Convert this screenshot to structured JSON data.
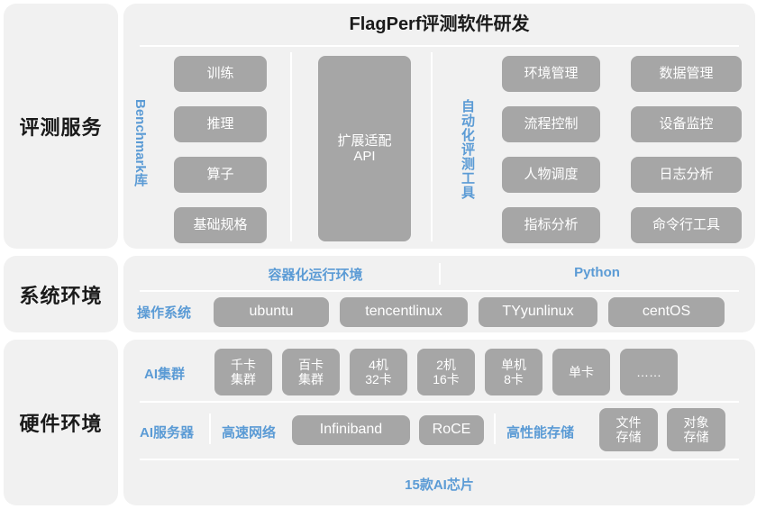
{
  "theme": {
    "panel_bg": "#f1f1f1",
    "chip_bg": "#a6a6a6",
    "accent_blue": "#5b9bd5",
    "divider": "#ffffff",
    "text_dark": "#1a1a1a"
  },
  "sections": {
    "evaluation": {
      "side_label": "评测服务",
      "title": "FlagPerf评测软件研发",
      "benchmark_label": "Benchmark库",
      "benchmark_items": [
        "训练",
        "推理",
        "算子",
        "基础规格"
      ],
      "adapt_api": "扩展适配\nAPI",
      "automation_label": "自动化评测工具",
      "tools_col_a": [
        "环境管理",
        "流程控制",
        "人物调度",
        "指标分析"
      ],
      "tools_col_b": [
        "数据管理",
        "设备监控",
        "日志分析",
        "命令行工具"
      ]
    },
    "system": {
      "side_label": "系统环境",
      "container_label": "容器化运行环境",
      "python_label": "Python",
      "os_label": "操作系统",
      "os_items": [
        "ubuntu",
        "tencentlinux",
        "TYyunlinux",
        "centOS"
      ]
    },
    "hardware": {
      "side_label": "硬件环境",
      "cluster_label": "AI集群",
      "cluster_items": [
        "千卡\n集群",
        "百卡\n集群",
        "4机\n32卡",
        "2机\n16卡",
        "单机\n8卡",
        "单卡",
        "……"
      ],
      "server_label": "AI服务器",
      "network_label": "高速网络",
      "network_items": [
        "Infiniband",
        "RoCE"
      ],
      "storage_label": "高性能存储",
      "storage_items": [
        "文件\n存储",
        "对象\n存储"
      ],
      "chips_label": "15款AI芯片"
    }
  }
}
